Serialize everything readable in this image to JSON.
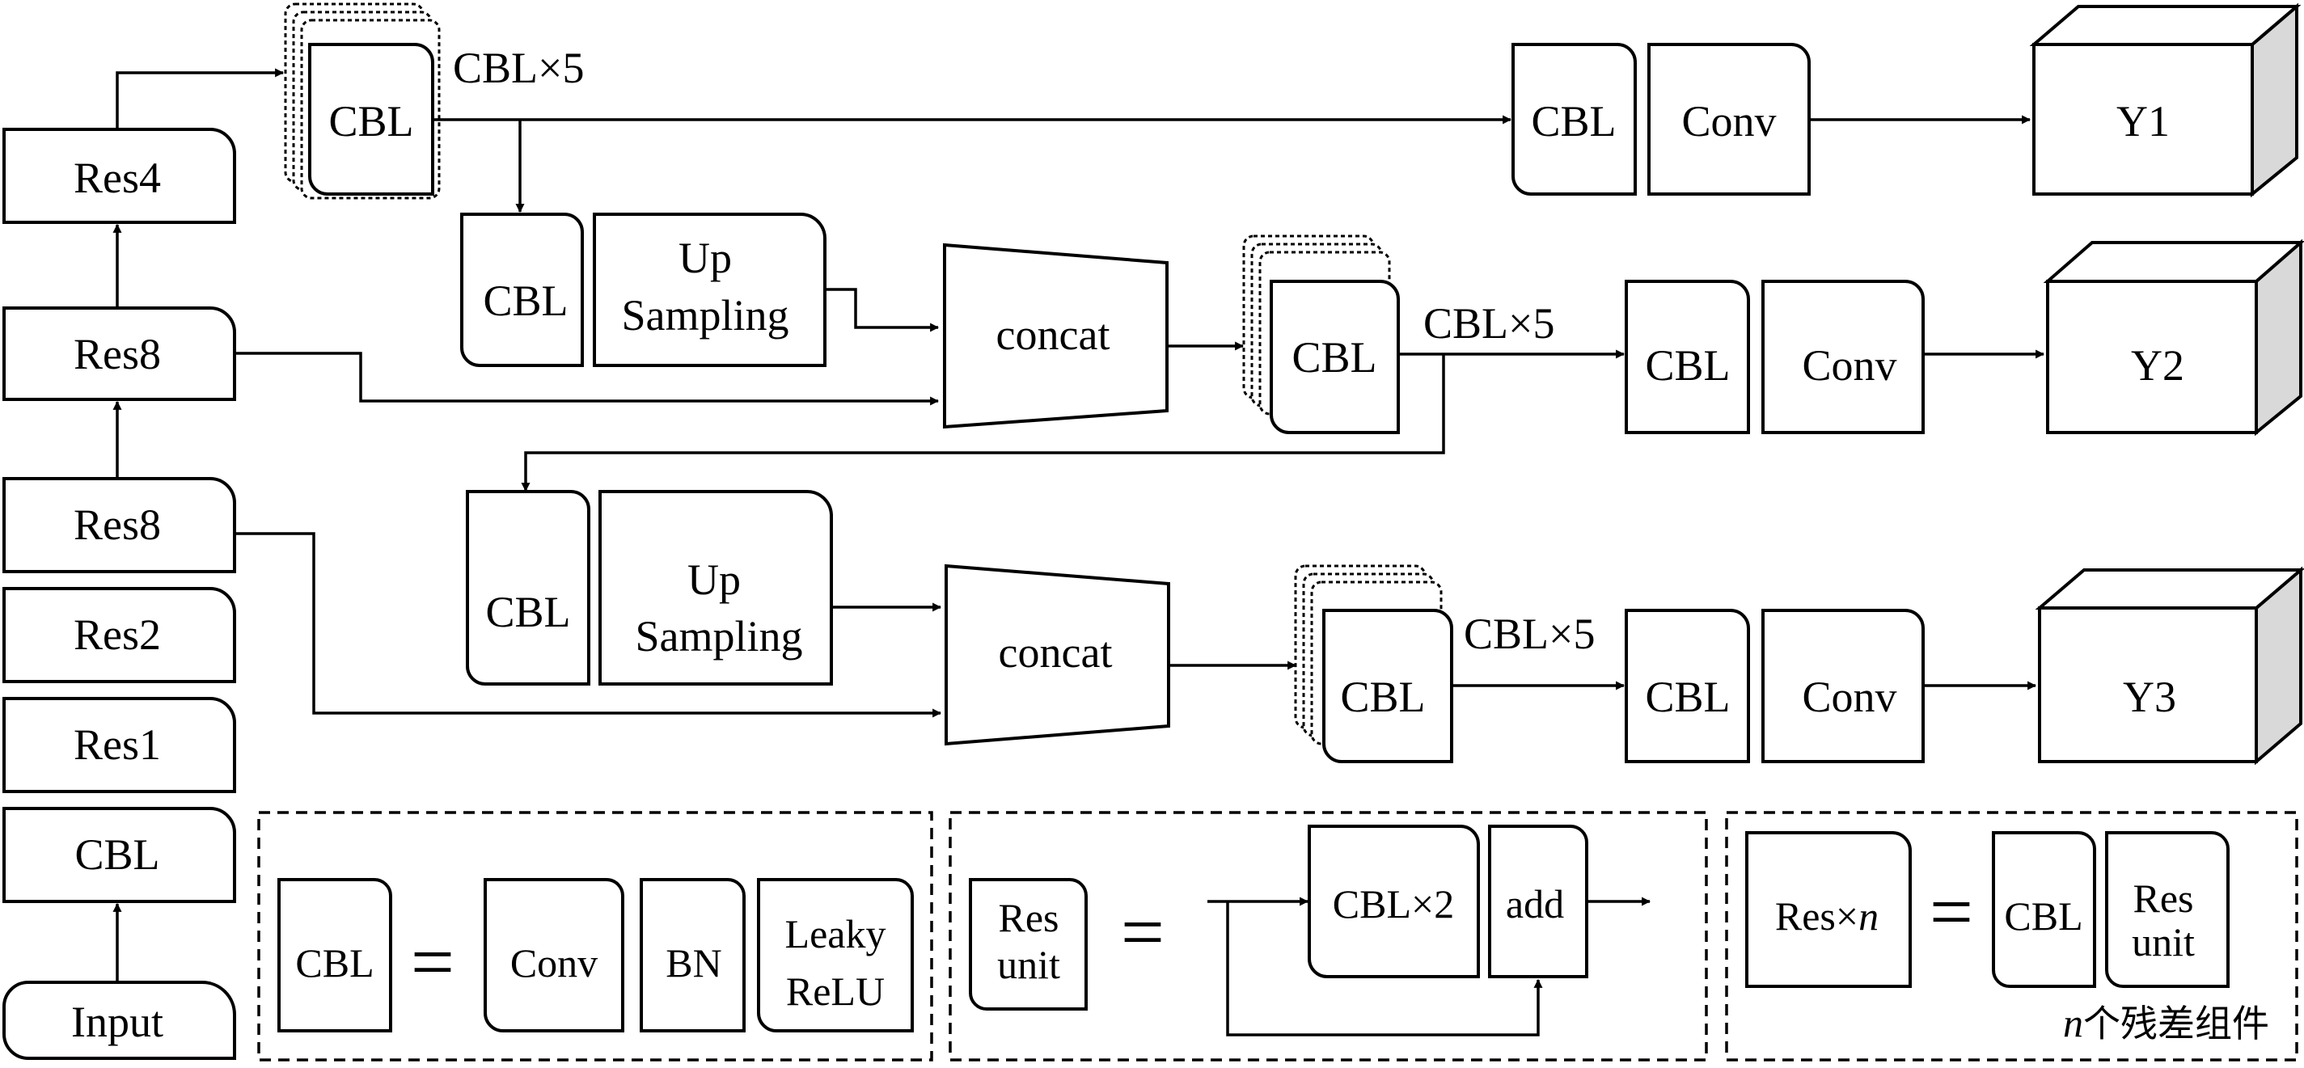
{
  "backbone": {
    "input": "Input",
    "cbl": "CBL",
    "res1": "Res1",
    "res2": "Res2",
    "res8_a": "Res8",
    "res8_b": "Res8",
    "res4": "Res4"
  },
  "branches": [
    {
      "stack": "CBL",
      "repeat": "CBL×5",
      "cbl": "CBL",
      "conv": "Conv",
      "output": "Y1"
    },
    {
      "stack": "CBL",
      "repeat": "CBL×5",
      "cbl": "CBL",
      "conv": "Conv",
      "output": "Y2"
    },
    {
      "stack": "CBL",
      "repeat": "CBL×5",
      "cbl": "CBL",
      "conv": "Conv",
      "output": "Y3"
    }
  ],
  "upsample_paths": [
    {
      "cbl": "CBL",
      "up": [
        "Up",
        "Sampling"
      ],
      "concat": "concat"
    },
    {
      "cbl": "CBL",
      "up": [
        "Up",
        "Sampling"
      ],
      "concat": "concat"
    }
  ],
  "legend": {
    "cbl_def": {
      "lhs": "CBL",
      "eq": "=",
      "parts": [
        "Conv",
        "BN"
      ],
      "act": [
        "Leaky",
        "ReLU"
      ]
    },
    "resunit_def": {
      "lhs": [
        "Res",
        "unit"
      ],
      "eq": "=",
      "block": "CBL×2",
      "add": "add"
    },
    "resn_def": {
      "lhs_prefix": "Res×",
      "lhs_n": "n",
      "eq": "=",
      "cbl": "CBL",
      "unit": [
        "Res",
        "unit"
      ],
      "note_n": "n",
      "note": "个残差组件"
    }
  }
}
